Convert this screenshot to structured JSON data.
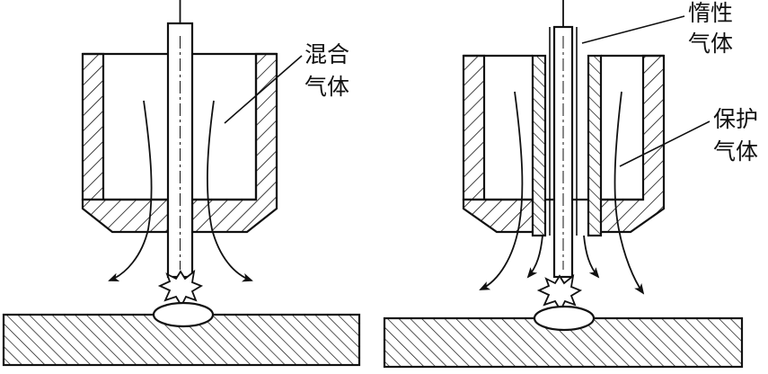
{
  "left_figure": {
    "label_line1": "混合",
    "label_line2": "气体"
  },
  "right_figure": {
    "inert_label_line1": "惰性",
    "inert_label_line2": "气体",
    "shield_label_line1": "保护",
    "shield_label_line2": "气体"
  },
  "colors": {
    "stroke": "#111111",
    "background": "#ffffff"
  }
}
